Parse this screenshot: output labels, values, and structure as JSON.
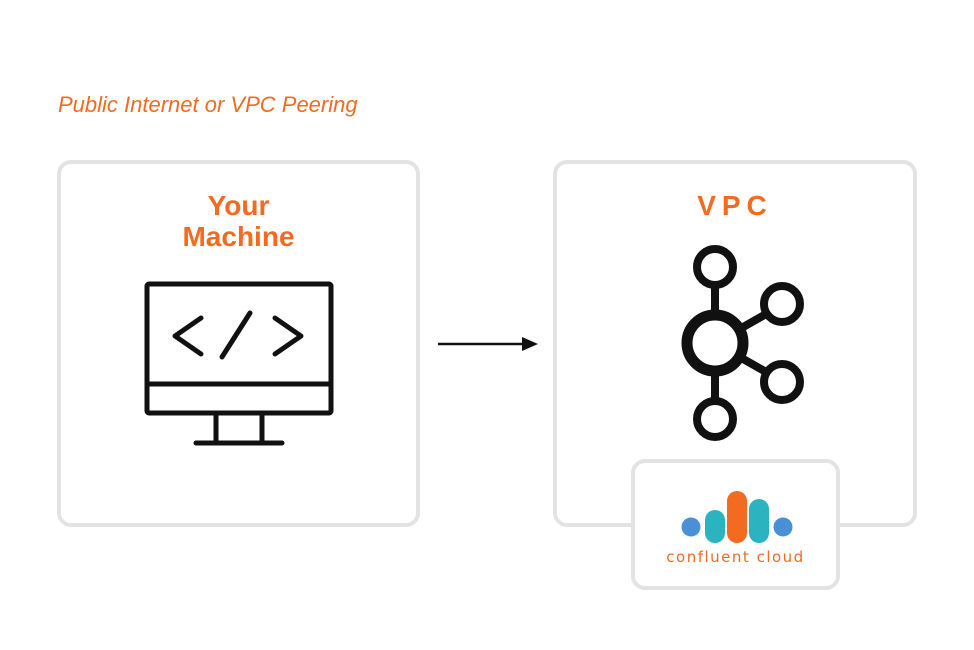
{
  "caption": "Public Internet or VPC Peering",
  "machine_panel": {
    "title_line1": "Your",
    "title_line2": "Machine",
    "icon": "monitor-code-icon"
  },
  "connection": {
    "icon": "arrow-right-icon"
  },
  "vpc_panel": {
    "title": "VPC",
    "icon": "kafka-icon"
  },
  "confluent_badge": {
    "label": "confluent cloud",
    "icon": "confluent-cloud-logo"
  },
  "colors": {
    "accent": "#F26B21",
    "border": "#E3E3E3",
    "ink": "#111111",
    "logo_blue": "#4A90D9",
    "logo_teal": "#2BB3C0",
    "logo_orange": "#F26B21"
  }
}
